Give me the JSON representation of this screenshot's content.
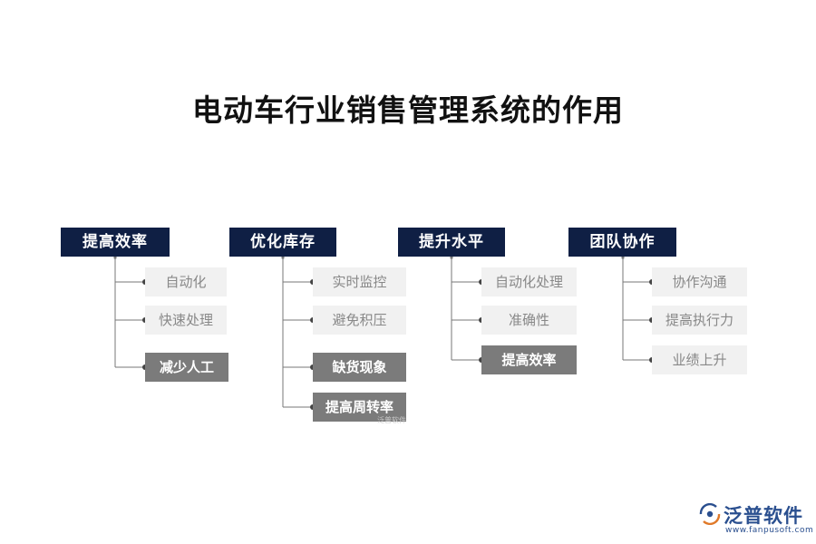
{
  "title": "电动车行业销售管理系统的作用",
  "colors": {
    "category_bg": "#0f1f44",
    "item_light_bg": "#f1f1f1",
    "item_dark_bg": "#7b7b7b",
    "logo": "#2a4f8f"
  },
  "categories": [
    {
      "label": "提高效率",
      "items": [
        {
          "label": "自动化",
          "style": "light"
        },
        {
          "label": "快速处理",
          "style": "light"
        },
        {
          "label": "减少人工",
          "style": "dark"
        }
      ]
    },
    {
      "label": "优化库存",
      "items": [
        {
          "label": "实时监控",
          "style": "light"
        },
        {
          "label": "避免积压",
          "style": "light"
        },
        {
          "label": "缺货现象",
          "style": "dark"
        },
        {
          "label": "提高周转率",
          "style": "dark"
        }
      ]
    },
    {
      "label": "提升水平",
      "items": [
        {
          "label": "自动化处理",
          "style": "light"
        },
        {
          "label": "准确性",
          "style": "light"
        },
        {
          "label": "提高效率",
          "style": "dark"
        }
      ]
    },
    {
      "label": "团队协作",
      "items": [
        {
          "label": "协作沟通",
          "style": "light"
        },
        {
          "label": "提高执行力",
          "style": "light"
        },
        {
          "label": "业绩上升",
          "style": "light"
        }
      ]
    }
  ],
  "logo": {
    "name": "泛普软件",
    "url": "www.fanpusoft.com",
    "icon": "fanpu-logo-icon"
  },
  "watermark": "泛普软件"
}
